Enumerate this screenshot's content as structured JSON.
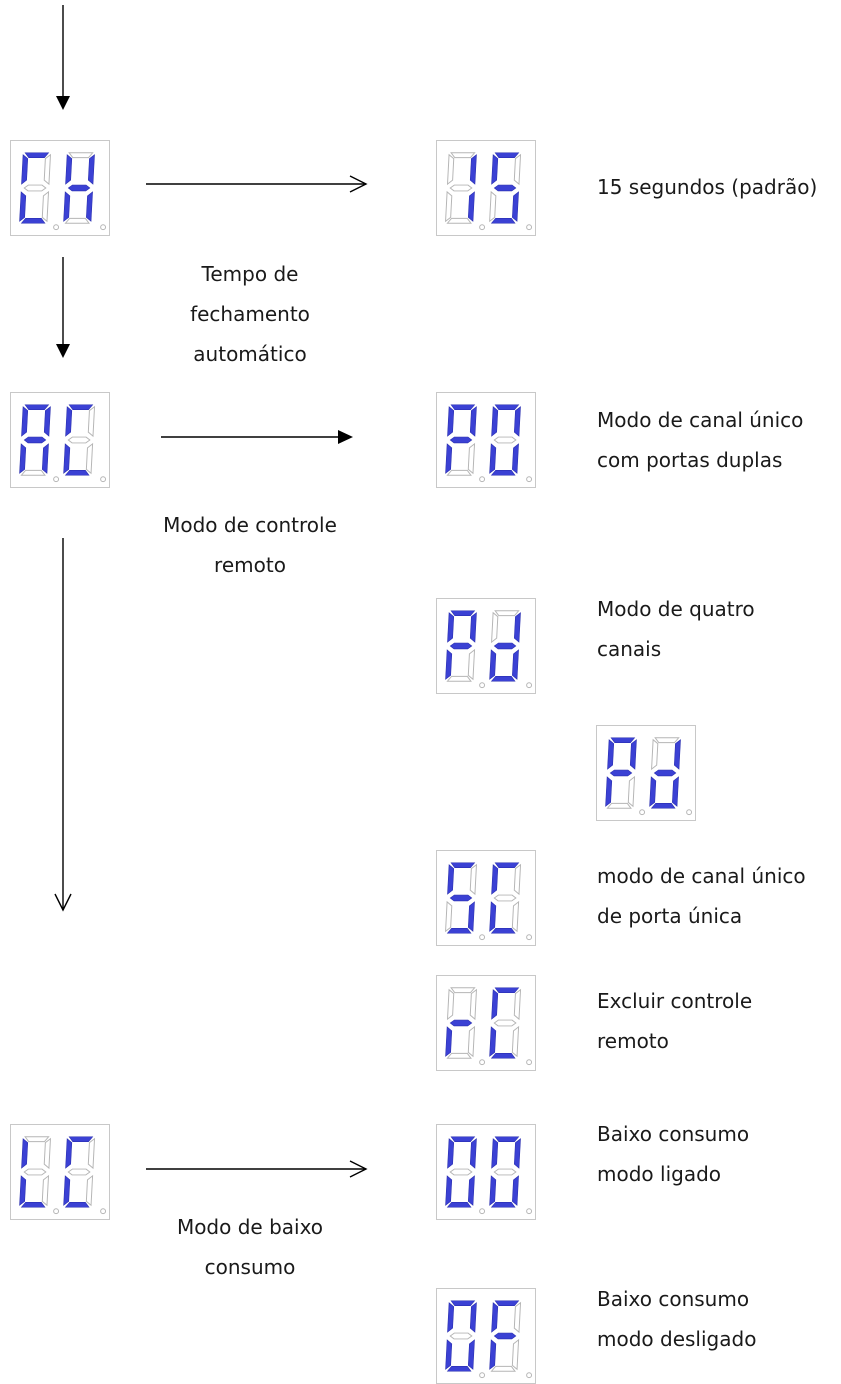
{
  "displays": {
    "ch": {
      "code": "CH",
      "digits": [
        [
          "a",
          "d",
          "e",
          "f"
        ],
        [
          "b",
          "c",
          "e",
          "f",
          "g"
        ]
      ]
    },
    "ac": {
      "code": "AC",
      "digits": [
        [
          "a",
          "b",
          "c",
          "e",
          "f",
          "g"
        ],
        [
          "a",
          "d",
          "e",
          "f"
        ]
      ]
    },
    "lc": {
      "code": "LC",
      "digits": [
        [
          "d",
          "e",
          "f"
        ],
        [
          "a",
          "d",
          "e",
          "f"
        ]
      ]
    },
    "v15": {
      "code": "15",
      "digits": [
        [
          "b",
          "c"
        ],
        [
          "a",
          "c",
          "d",
          "f",
          "g"
        ]
      ]
    },
    "p0": {
      "code": "P0",
      "digits": [
        [
          "a",
          "b",
          "e",
          "f",
          "g"
        ],
        [
          "a",
          "b",
          "c",
          "d",
          "e",
          "f"
        ]
      ]
    },
    "pd": {
      "code": "Pd",
      "digits": [
        [
          "a",
          "b",
          "e",
          "f",
          "g"
        ],
        [
          "b",
          "c",
          "d",
          "e",
          "g"
        ]
      ]
    },
    "pd2": {
      "code": "Pd",
      "digits": [
        [
          "a",
          "b",
          "e",
          "f",
          "g"
        ],
        [
          "b",
          "c",
          "d",
          "e",
          "g"
        ]
      ]
    },
    "sc": {
      "code": "SC",
      "digits": [
        [
          "a",
          "c",
          "d",
          "f",
          "g"
        ],
        [
          "a",
          "d",
          "e",
          "f"
        ]
      ]
    },
    "rc": {
      "code": "rC",
      "digits": [
        [
          "e",
          "g"
        ],
        [
          "a",
          "d",
          "e",
          "f"
        ]
      ]
    },
    "o0": {
      "code": "00",
      "digits": [
        [
          "a",
          "b",
          "c",
          "d",
          "e",
          "f"
        ],
        [
          "a",
          "b",
          "c",
          "d",
          "e",
          "f"
        ]
      ]
    },
    "of": {
      "code": "OF",
      "digits": [
        [
          "a",
          "b",
          "c",
          "d",
          "e",
          "f"
        ],
        [
          "a",
          "e",
          "f",
          "g"
        ]
      ]
    }
  },
  "labels": {
    "ch_caption": "Tempo de\nfechamento\nautomático",
    "ac_caption": "Modo de controle\nremoto",
    "lc_caption": "Modo de baixo\nconsumo",
    "opt_15": "15 segundos (padrão)",
    "opt_p0": "Modo de canal único\ncom portas duplas",
    "opt_pd": "Modo de quatro\ncanais",
    "opt_sc": "modo de canal único\nde porta única",
    "opt_rc": "Excluir controle\nremoto",
    "opt_00": "Baixo consumo\nmodo ligado",
    "opt_of": "Baixo consumo\nmodo desligado"
  },
  "colors": {
    "segment_on": "#3b41d4",
    "segment_off_outline": "#b5b5b5",
    "arrow": "#000000"
  }
}
